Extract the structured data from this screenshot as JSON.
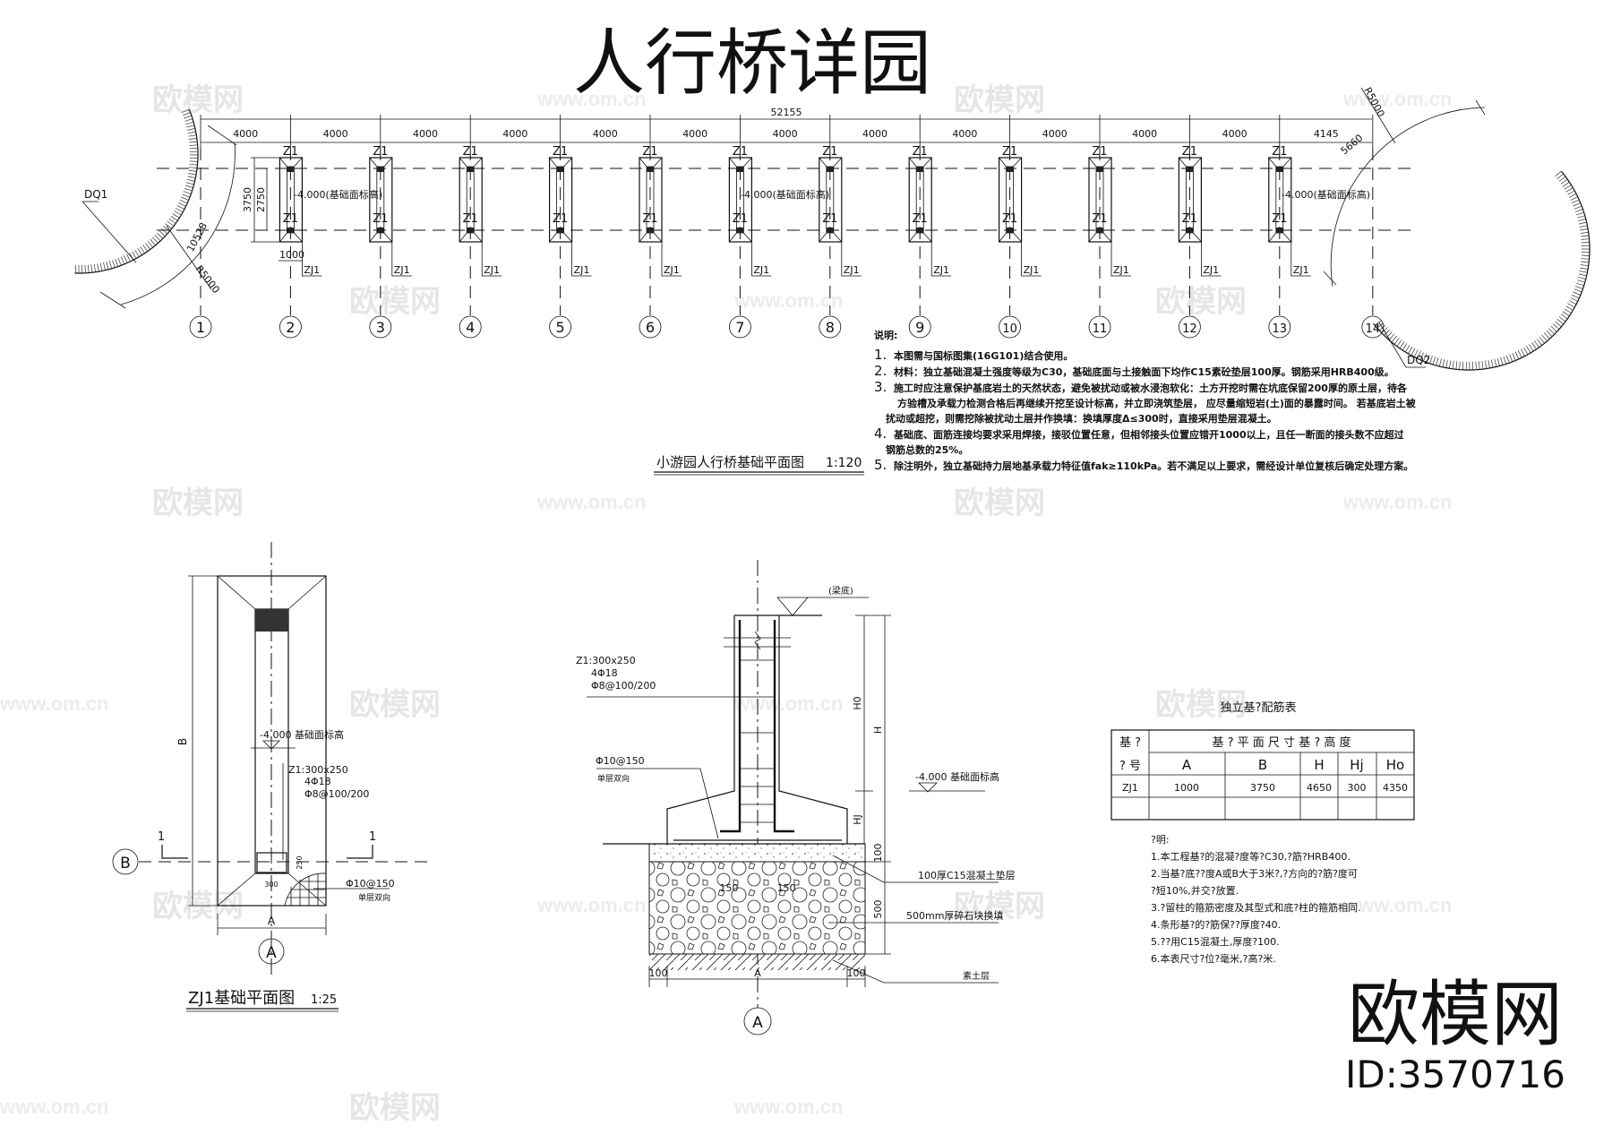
{
  "title": "人行桥详园",
  "watermarks": {
    "brand": "欧模网",
    "url": "www.om.cn",
    "id": "ID:3570716"
  },
  "plan": {
    "overall_dim": "52155",
    "spans": [
      "4000",
      "4000",
      "4000",
      "4000",
      "4000",
      "4000",
      "4000",
      "4000",
      "4000",
      "4000",
      "4000",
      "4000",
      "4145"
    ],
    "axes": [
      "1",
      "2",
      "3",
      "4",
      "5",
      "6",
      "7",
      "8",
      "9",
      "10",
      "11",
      "12",
      "13",
      "14"
    ],
    "column_label": "Z1",
    "footing_label": "ZJ1",
    "elevation_note": "-4.000(基础面标高)",
    "dim_3750": "3750",
    "dim_2750": "2750",
    "dim_1000": "1000",
    "left_wall": "DQ1",
    "right_wall": "DQ2",
    "left_radius": "R5000",
    "left_arc_len": "10528",
    "right_radius": "R5000",
    "right_arc_len": "5660",
    "caption": "小游园人行桥基础平面图",
    "caption_scale": "1:120"
  },
  "notes": {
    "heading": "说明:",
    "items": [
      {
        "num": "1.",
        "lines": [
          "本图需与国标图集(16G101)结合使用。"
        ]
      },
      {
        "num": "2.",
        "lines": [
          "材料：独立基础混凝土强度等级为C30，基础底面与土接触面下均作C15素砼垫层100厚。钢筋采用HRB400级。"
        ]
      },
      {
        "num": "3.",
        "lines": [
          "施工时应注意保护基底岩土的天然状态，避免被扰动或被水浸泡软化：土方开挖时需在坑底保留200厚的原土层，待各",
          "方验槽及承载力检测合格后再继续开挖至设计标高，并立即浇筑垫层，  应尽量缩短岩(土)面的暴露时间。  若基底岩土被",
          "扰动或超挖，则需挖除被扰动土层并作换填：换填厚度Δ≤300时，直接采用垫层混凝土。"
        ]
      },
      {
        "num": "4.",
        "lines": [
          "基础底、面筋连接均要求采用焊接，接驳位置任意，但相邻接头位置应错开1000以上，且任一断面的接头数不应超过",
          "钢筋总数的25%。"
        ]
      },
      {
        "num": "5.",
        "lines": [
          "除注明外，独立基础持力层地基承载力特征值fak≥110kPa。若不满足以上要求，需经设计单位复核后确定处理方案。"
        ]
      }
    ]
  },
  "zj1_plan": {
    "caption": "ZJ1基础平面图",
    "scale": "1:25",
    "elevation": "-4.000 基础面标高",
    "column": [
      "Z1:300x250",
      "4Φ18",
      "Φ8@100/200"
    ],
    "rebar": "Φ10@150",
    "rebar_note": "单层双向",
    "dim_B": "B",
    "dim_A": "A",
    "dim_300": "300",
    "dim_250": "250",
    "section_mark": "1",
    "axis_A": "A",
    "axis_B": "B"
  },
  "section": {
    "beam_bottom": "(梁底)",
    "column": [
      "Z1:300x250",
      "4Φ18",
      "Φ8@100/200"
    ],
    "rebar": "Φ10@150",
    "rebar_note": "单层双向",
    "elevation": "-4.000 基础面标高",
    "dim_H0": "H0",
    "dim_H": "H",
    "dim_Hj": "HJ",
    "dim_100": "100",
    "dim_500": "500",
    "dim_150": "150",
    "dim_A": "A",
    "bedding": "100厚C15混凝土垫层",
    "gravel": "500mm厚碎石块换填",
    "soil": "素土层",
    "axis": "A"
  },
  "table": {
    "title": "独立基?配筋表",
    "header1": [
      "基 ?",
      "基 ? 平 面 尺 寸 基 ? 高 度"
    ],
    "header2": [
      "? 号",
      "A",
      "B",
      "H",
      "Hj",
      "Ho"
    ],
    "rows": [
      [
        "ZJ1",
        "1000",
        "3750",
        "4650",
        "300",
        "4350"
      ]
    ],
    "notes_heading": "?明:",
    "notes": [
      "1.本工程基?的混凝?度等?C30,?筋?HRB400.",
      "2.当基?底??度A或B大于3米?,?方向的?筋?度可",
      "  ?短10%,并交?放置.",
      "3.?留柱的箍筋密度及其型式和底?柱的箍筋相同.",
      "4.条形基?的?筋保??厚度?40.",
      "5.??用C15混凝土,厚度?100.",
      "6.本表尺寸?位?毫米,?高?米."
    ]
  }
}
